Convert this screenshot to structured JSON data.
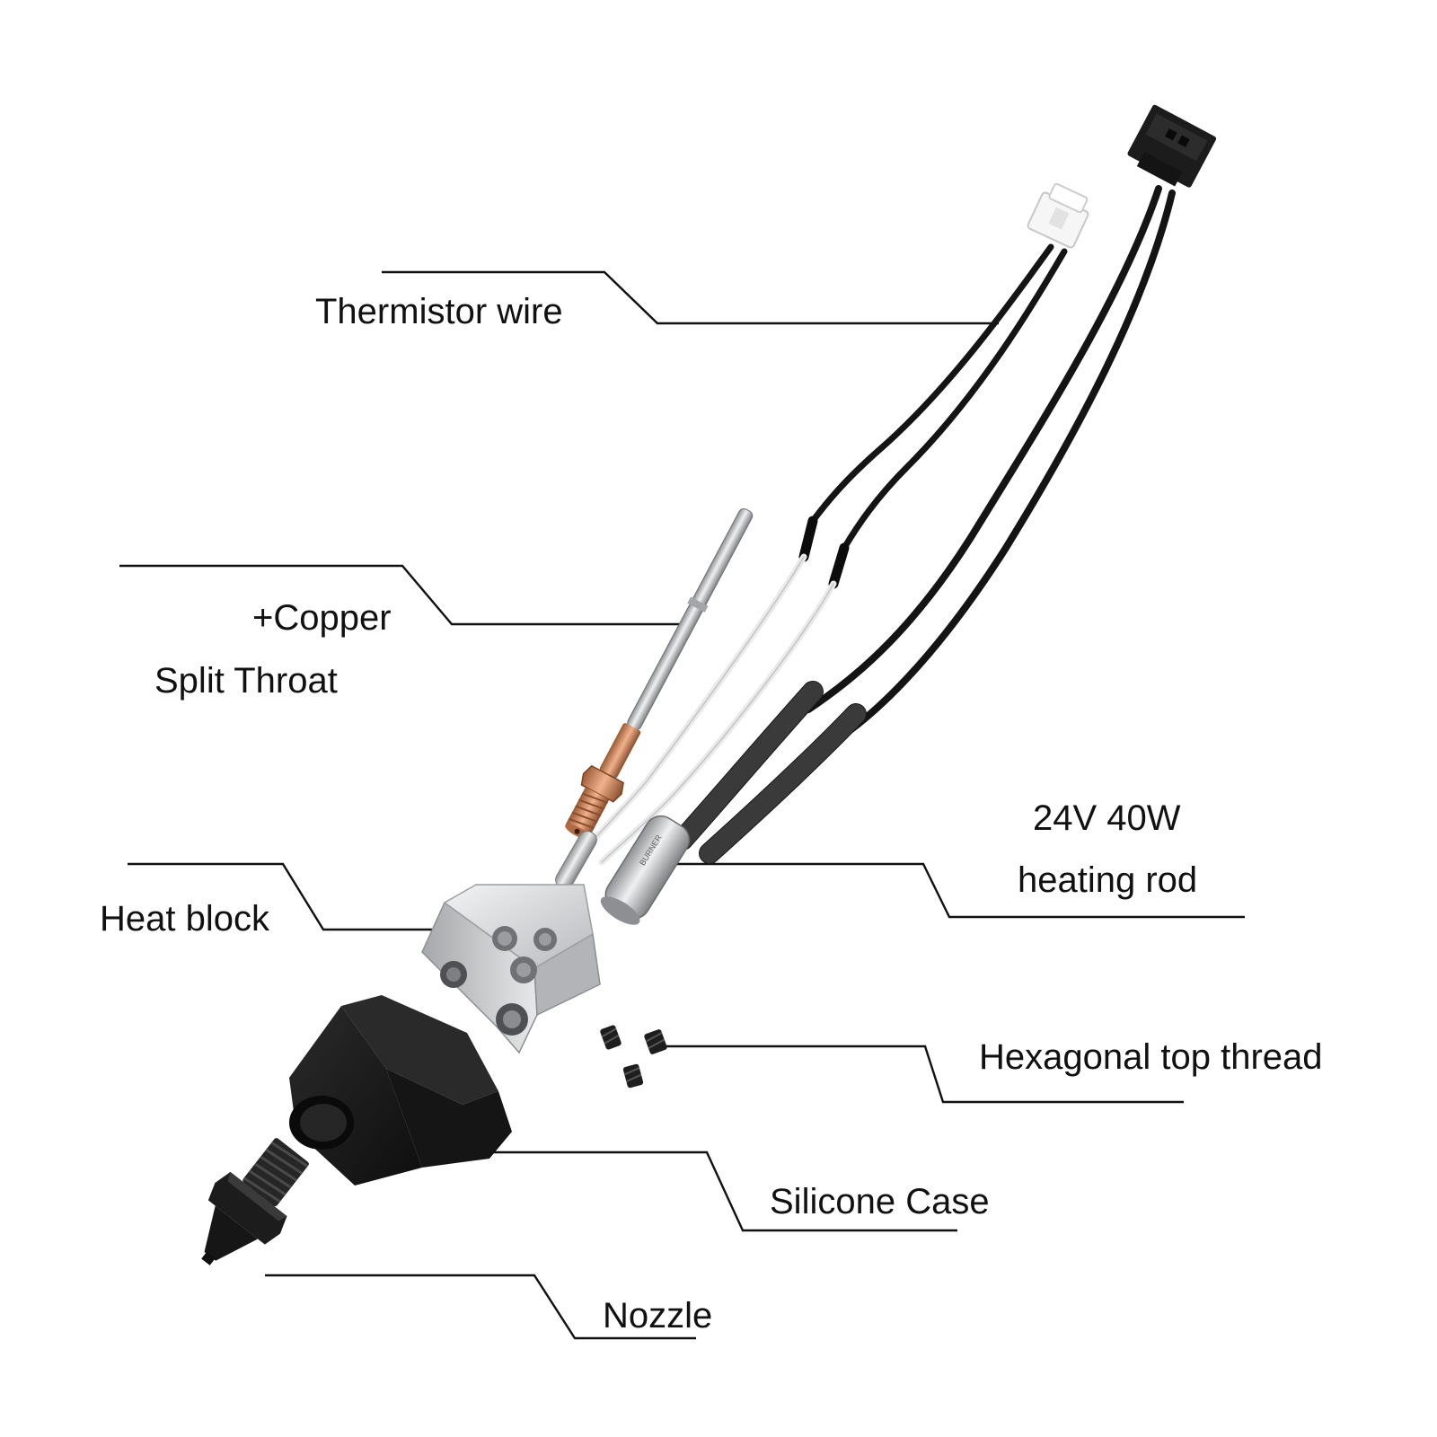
{
  "labels": {
    "thermistor_wire": "Thermistor wire",
    "copper_line1": "+Copper",
    "copper_line2": "Split Throat",
    "heating_rod_line1": "24V 40W",
    "heating_rod_line2": "heating rod",
    "heat_block": "Heat block",
    "hex_thread": "Hexagonal top thread",
    "silicone_case": "Silicone Case",
    "nozzle": "Nozzle"
  },
  "icons": [
    "connector-white",
    "connector-black",
    "throat",
    "thermistor-probe",
    "heating-rod",
    "heat-block",
    "set-screws",
    "silicone-case",
    "nozzle"
  ],
  "colors": {
    "text": "#111111",
    "wire": "#141414",
    "copper": "#c9835a",
    "steel": "#bfc1c4",
    "block": "#d4d6d8",
    "case": "#1b1b1b"
  }
}
